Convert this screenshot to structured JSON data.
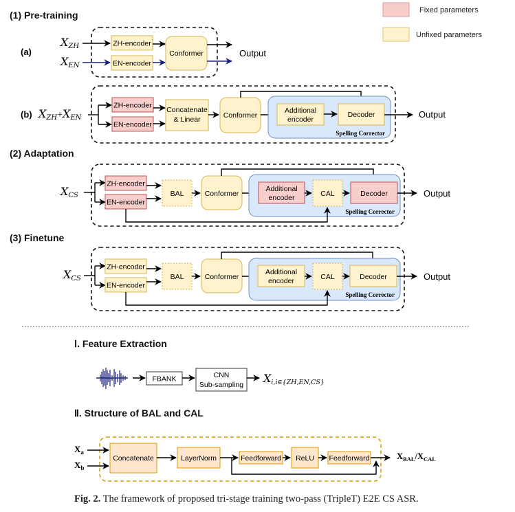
{
  "legend": {
    "fixed_label": "Fixed parameters",
    "unfixed_label": "Unfixed parameters",
    "fixed_color": "#f8c8c8",
    "unfixed_color": "#fdedc8"
  },
  "colors": {
    "fixed_fill": "#f8cecc",
    "fixed_stroke": "#b85450",
    "unfixed_fill": "#fff2cc",
    "unfixed_stroke": "#d6b656",
    "corrector_fill": "#dae8fc",
    "corrector_stroke": "#6c8ebf",
    "orange_fill": "#ffe6cc",
    "orange_stroke": "#d79b00",
    "blue_arrow": "#1a237e"
  },
  "stage1": {
    "title": "(1) Pre-training",
    "a": {
      "label": "(a)",
      "input_zh": "X",
      "input_zh_sub": "ZH",
      "input_en": "X",
      "input_en_sub": "EN",
      "zh_encoder": "ZH-encoder",
      "en_encoder": "EN-encoder",
      "conformer": "Conformer",
      "output": "Output"
    },
    "b": {
      "label": "(b)",
      "input": "X",
      "input_sub1": "ZH",
      "plus": "+",
      "input2": "X",
      "input_sub2": "EN",
      "zh_encoder": "ZH-encoder",
      "en_encoder": "EN-encoder",
      "concat_line1": "Concatenate",
      "concat_line2": "& Linear",
      "conformer": "Conformer",
      "additional_line1": "Additional",
      "additional_line2": "encoder",
      "decoder": "Decoder",
      "corrector": "Spelling Corrector",
      "output": "Output"
    }
  },
  "stage2": {
    "title": "(2) Adaptation",
    "input": "X",
    "input_sub": "CS",
    "zh_encoder": "ZH-encoder",
    "en_encoder": "EN-encoder",
    "bal": "BAL",
    "conformer": "Conformer",
    "additional_line1": "Additional",
    "additional_line2": "encoder",
    "cal": "CAL",
    "decoder": "Decoder",
    "corrector": "Spelling Corrector",
    "output": "Output"
  },
  "stage3": {
    "title": "(3) Finetune",
    "input": "X",
    "input_sub": "CS",
    "zh_encoder": "ZH-encoder",
    "en_encoder": "EN-encoder",
    "bal": "BAL",
    "conformer": "Conformer",
    "additional_line1": "Additional",
    "additional_line2": "encoder",
    "cal": "CAL",
    "decoder": "Decoder",
    "corrector": "Spelling Corrector",
    "output": "Output"
  },
  "feature": {
    "title": "Ⅰ. Feature Extraction",
    "fbank": "FBANK",
    "cnn_line1": "CNN",
    "cnn_line2": "Sub-sampling",
    "out_main": "X",
    "out_sub": "i,i∈{ZH,EN,CS}"
  },
  "structure": {
    "title": "Ⅱ. Structure of BAL and CAL",
    "xa": "X",
    "xa_sub": "a",
    "xb": "X",
    "xb_sub": "b",
    "concatenate": "Concatenate",
    "layernorm": "LayerNorm",
    "ff1": "Feedforward",
    "relu": "ReLU",
    "ff2": "Feedforward",
    "out1": "X",
    "out1_sub": "BAL",
    "slash": "/",
    "out2": "X",
    "out2_sub": "CAL"
  },
  "caption": {
    "fig": "Fig. 2.",
    "text": " The framework of proposed tri-stage training two-pass (TripleT) E2E CS ASR."
  }
}
